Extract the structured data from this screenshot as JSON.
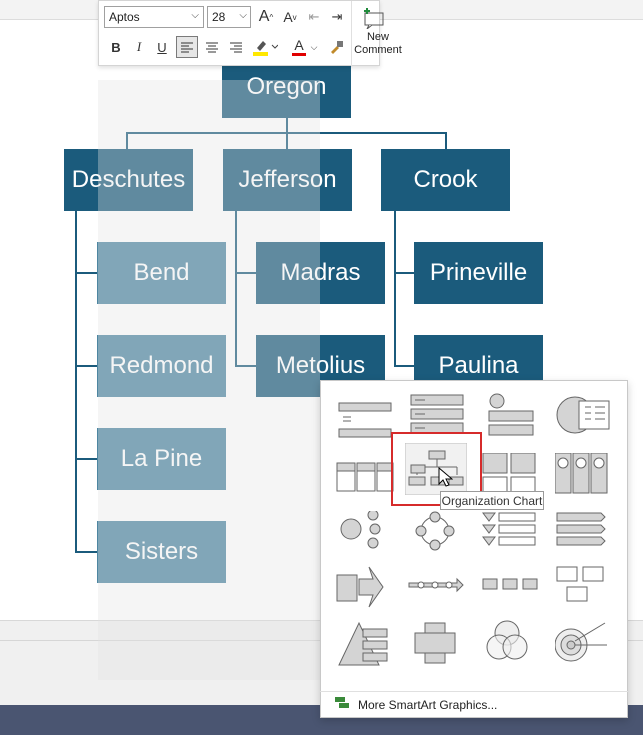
{
  "toolbar": {
    "font_name": "Aptos",
    "font_size": "28",
    "grow_font": "A",
    "shrink_font": "A",
    "bold": "B",
    "italic": "I",
    "underline": "U",
    "font_color_letter": "A",
    "new_comment_line1": "New",
    "new_comment_line2": "Comment"
  },
  "org_chart": {
    "root": "Oregon",
    "counties": [
      "Deschutes",
      "Jefferson",
      "Crook"
    ],
    "deschutes_cities": [
      "Bend",
      "Redmond",
      "La Pine",
      "Sisters"
    ],
    "jefferson_cities": [
      "Madras",
      "Metolius"
    ],
    "crook_cities": [
      "Prineville",
      "Paulina"
    ]
  },
  "gallery": {
    "tooltip": "Organization Chart",
    "more_label": "More SmartArt Graphics...",
    "items": [
      "Vertical Bullet List",
      "Hierarchy List",
      "Vertical Circle List",
      "Segmented Circle List",
      "Horizontal Bullet List",
      "Organization Chart",
      "Table Hierarchy",
      "Vertical Picture List",
      "Radial Cluster",
      "Cycle Matrix",
      "Vertical Chevron List",
      "Horizontal Chevron Process",
      "Upward Arrow Process",
      "Basic Timeline",
      "Basic Process",
      "Picture Process",
      "Segmented Pyramid",
      "Matrix",
      "Venn",
      "Target List"
    ]
  }
}
